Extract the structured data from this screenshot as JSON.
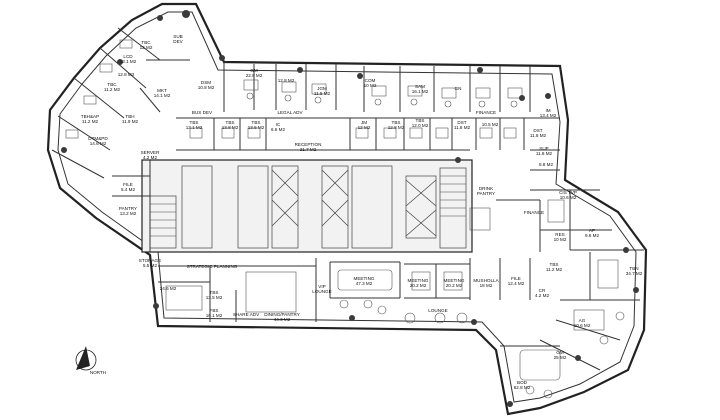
{
  "rooms": [
    {
      "id": "sub-dev",
      "name": "SUB\nDEV"
    },
    {
      "id": "tbc1",
      "name": "TBC\n12 M2"
    },
    {
      "id": "lcd",
      "name": "LCD\n13.1 M2"
    },
    {
      "id": "n128",
      "name": "12.8 M2"
    },
    {
      "id": "tbc2",
      "name": "TBC\n11.2 M2"
    },
    {
      "id": "tbhap",
      "name": "TBH&AP\n11.2 M2"
    },
    {
      "id": "tbh2",
      "name": "TBH\n11.9 M2"
    },
    {
      "id": "mkt",
      "name": "MKT\n14.1 M2"
    },
    {
      "id": "dsm",
      "name": "DSM\n10.8 M2"
    },
    {
      "id": "gm",
      "name": "GM\n22.8 M2"
    },
    {
      "id": "n128b",
      "name": "12.8 M2"
    },
    {
      "id": "dtm",
      "name": "DTM&PD\n14.6 M2"
    },
    {
      "id": "jgm",
      "name": "JGM\n11.5 M2"
    },
    {
      "id": "com",
      "name": "COM\n10 M2"
    },
    {
      "id": "sam",
      "name": "SAM\n16.1 M2"
    },
    {
      "id": "gn",
      "name": "GN"
    },
    {
      "id": "im",
      "name": "IM\n13.4 M2"
    },
    {
      "id": "tbs1",
      "name": "TBS\n13.1 M2"
    },
    {
      "id": "tbs2",
      "name": "TBS\n13.8 M2"
    },
    {
      "id": "tbs3",
      "name": "TBS\n13.5 M2"
    },
    {
      "id": "tbs4",
      "name": "TBS\n12.0 M2"
    },
    {
      "id": "tbs5",
      "name": "TBS\n12.8 M2"
    },
    {
      "id": "jm",
      "name": "JM\n12 M2"
    },
    {
      "id": "dst",
      "name": "DST\n11.8 M2"
    },
    {
      "id": "dst2",
      "name": "DST\n11.8 M2"
    },
    {
      "id": "ic",
      "name": "IC\n6.6 M2"
    },
    {
      "id": "n105",
      "name": "10.5 M2"
    },
    {
      "id": "sup",
      "name": "SUP\n11.8 M2"
    },
    {
      "id": "n88",
      "name": "8.8 M2"
    },
    {
      "id": "server",
      "name": "SERVER\n4.2 M2"
    },
    {
      "id": "file1",
      "name": "FILE\n5.4 M2"
    },
    {
      "id": "pantry1",
      "name": "PANTRY\n13.2 M2"
    },
    {
      "id": "reception",
      "name": "RECEPTION\n21.7 M2"
    },
    {
      "id": "bus",
      "name": "BUS DEV"
    },
    {
      "id": "legal",
      "name": "LEGAL ADV"
    },
    {
      "id": "finance1",
      "name": "FINANCE"
    },
    {
      "id": "finance2",
      "name": "FINANCE"
    },
    {
      "id": "drink",
      "name": "DRINK\nPANTRY"
    },
    {
      "id": "ap",
      "name": "AP\n9.6 M2"
    },
    {
      "id": "res",
      "name": "RES\n10 M2"
    },
    {
      "id": "cis",
      "name": "CIS TVP\n10.6 M2"
    },
    {
      "id": "storage",
      "name": "STORAGE\n5.5 M2"
    },
    {
      "id": "strategic",
      "name": "STRATEGIC PLANNING"
    },
    {
      "id": "n246",
      "name": "24.6 M2"
    },
    {
      "id": "tbs6",
      "name": "TBS\n13.5 M2"
    },
    {
      "id": "fbs",
      "name": "FBS\n16.1 M2"
    },
    {
      "id": "dining",
      "name": "DINING/PANTRY\n44.3 M2"
    },
    {
      "id": "shareadv",
      "name": "SHARE ADV"
    },
    {
      "id": "vip",
      "name": "VIP\nLOUNGE"
    },
    {
      "id": "meeting1",
      "name": "MEETING\n47.3 M2"
    },
    {
      "id": "meeting2",
      "name": "MEETING\n20.2 M2"
    },
    {
      "id": "meeting3",
      "name": "MEETING\n20.2 M2"
    },
    {
      "id": "lounge",
      "name": "LOUNGE"
    },
    {
      "id": "musholla",
      "name": "MUSHOLLA\n18 M2"
    },
    {
      "id": "file2",
      "name": "FILE\n12.4 M2"
    },
    {
      "id": "tbs7",
      "name": "TBS\n11.2 M2"
    },
    {
      "id": "tbn",
      "name": "TBN\n34.7 M2"
    },
    {
      "id": "cr",
      "name": "CR\n4.2 M2"
    },
    {
      "id": "ag",
      "name": "AG\n10.6 M2"
    },
    {
      "id": "gm2",
      "name": "GM\n25 M2"
    },
    {
      "id": "bod",
      "name": "BOD\n62.8 M2"
    }
  ],
  "compass": {
    "label": "NORTH"
  },
  "colors": {
    "wall": "#222222",
    "core": "#f2f2f2"
  }
}
